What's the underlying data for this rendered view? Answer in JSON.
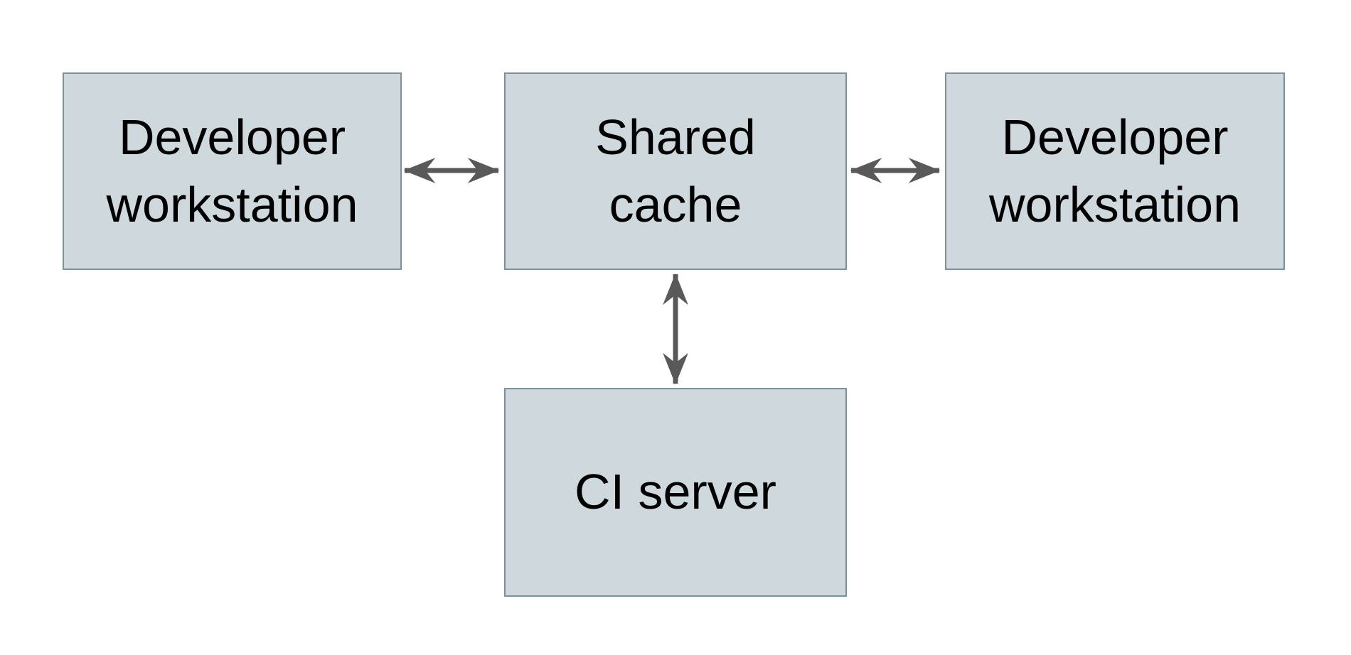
{
  "diagram": {
    "type": "architecture-diagram",
    "background_color": "#ffffff",
    "colors": {
      "box_fill": "#cfd8dc",
      "box_border": "#7b929c",
      "arrow": "#595959",
      "text": "#000000"
    },
    "nodes": [
      {
        "id": "developer-workstation-left",
        "label": "Developer\nworkstation"
      },
      {
        "id": "shared-cache",
        "label": "Shared\ncache"
      },
      {
        "id": "developer-workstation-right",
        "label": "Developer\nworkstation"
      },
      {
        "id": "ci-server",
        "label": "CI server"
      }
    ],
    "edges": [
      {
        "from": "developer-workstation-left",
        "to": "shared-cache",
        "direction": "bidirectional"
      },
      {
        "from": "shared-cache",
        "to": "developer-workstation-right",
        "direction": "bidirectional"
      },
      {
        "from": "shared-cache",
        "to": "ci-server",
        "direction": "bidirectional"
      }
    ]
  }
}
